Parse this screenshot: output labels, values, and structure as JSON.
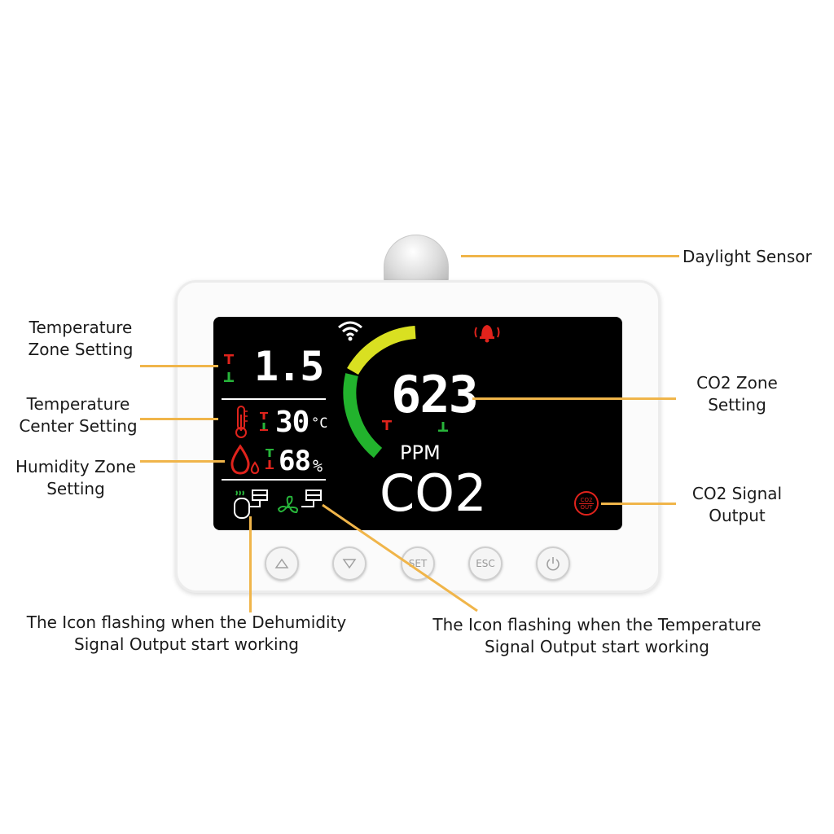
{
  "callouts": {
    "daylight_sensor": "Daylight Sensor",
    "temp_zone": [
      "Temperature",
      "Zone Setting"
    ],
    "temp_center": [
      "Temperature",
      "Center Setting"
    ],
    "humidity_zone": [
      "Humidity Zone",
      "Setting"
    ],
    "co2_zone": [
      "CO2 Zone",
      "Setting"
    ],
    "co2_signal": [
      "CO2 Signal",
      "Output"
    ],
    "dehumidity_icon": [
      "The Icon flashing when the Dehumidity",
      "Signal Output start working"
    ],
    "temperature_icon": [
      "The Icon flashing when the Temperature",
      "Signal Output start working"
    ]
  },
  "display": {
    "temp_zone_value": "1.5",
    "temp_center_value": "30",
    "temp_unit": "°C",
    "humidity_value": "68",
    "humidity_unit": "%",
    "co2_value": "623",
    "co2_unit": "PPM",
    "co2_label": "CO2",
    "co2_out_top": "CO2",
    "co2_out_bottom": "OUT"
  },
  "buttons": {
    "set": "SET",
    "esc": "ESC"
  },
  "colors": {
    "leader": "#f0b54a",
    "alarm_red": "#e0231c",
    "gauge_green": "#22b32d",
    "gauge_yellow": "#d9e021",
    "low_green": "#27b43a"
  },
  "icons": [
    "wifi-icon",
    "alarm-bell-icon",
    "thermometer-icon",
    "humidity-drop-icon",
    "dehumidifier-icon",
    "fan-icon",
    "co2-out-icon",
    "up-arrow-icon",
    "down-arrow-icon",
    "power-icon"
  ]
}
